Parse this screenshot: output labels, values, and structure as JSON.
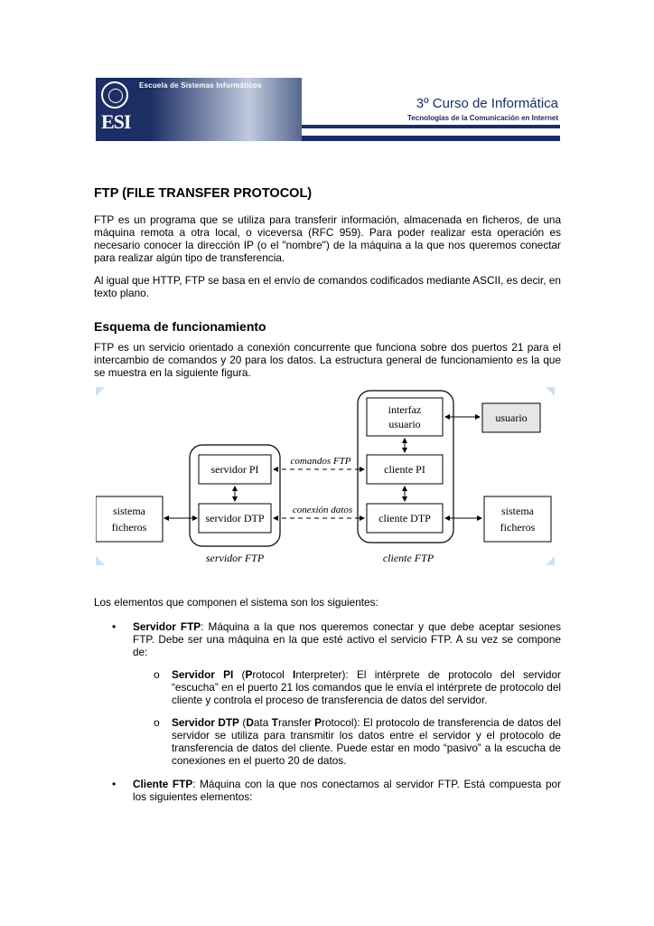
{
  "header": {
    "school": "Escuela de Sistemas Informáticos",
    "logo_text": "ESI",
    "course": "3º Curso de Informática",
    "subject": "Tecnologías de la Comunicación en Internet",
    "brand_color": "#1c2e63"
  },
  "title": "FTP (FILE TRANSFER PROTOCOL)",
  "intro": [
    "FTP es un programa que se utiliza para transferir información, almacenada en ficheros, de una máquina remota a otra local, o viceversa (RFC 959). Para poder realizar esta operación es necesario conocer la dirección IP (o el \"nombre\") de la máquina a la que nos queremos conectar para realizar algún tipo de transferencia.",
    "Al igual que HTTP, FTP se basa en el envío de comandos codificados mediante ASCII, es decir, en texto plano."
  ],
  "section": {
    "heading": "Esquema de funcionamiento",
    "paragraph": "FTP es un servicio orientado a conexión concurrente que funciona sobre dos puertos 21 para el intercambio de comandos y 20 para los datos. La estructura general de funcionamiento es la que se muestra en la siguiente figura."
  },
  "diagram": {
    "sistema_left": [
      "sistema",
      "ficheros"
    ],
    "servidor_pi": "servidor PI",
    "servidor_dtp": "servidor DTP",
    "comandos": "comandos FTP",
    "conexion": "conexión datos",
    "interfaz": [
      "interfaz",
      "usuario"
    ],
    "cliente_pi": "cliente  PI",
    "cliente_dtp": "cliente  DTP",
    "usuario": "usuario",
    "sistema_right": [
      "sistema",
      "ficheros"
    ],
    "servidor_ftp": "servidor  FTP",
    "cliente_ftp": "cliente FTP"
  },
  "elements_intro": "Los elementos que componen el sistema son los siguientes:",
  "list": {
    "servidor": {
      "bullet": "•",
      "term": "Servidor FTP",
      "text": ": Máquina a la que nos queremos conectar y que debe aceptar sesiones FTP. Debe ser una máquina en la que esté activo el servicio FTP. A su vez se compone de:"
    },
    "pi": {
      "marker": "o",
      "term": "Servidor PI",
      "open": " (",
      "p": "P",
      "rotocol": "rotocol ",
      "i": "I",
      "rest": "nterpreter): El intérprete de protocolo del servidor “escucha” en el puerto 21 los comandos que le envía el intérprete de protocolo del cliente y controla el proceso de transferencia de datos del servidor."
    },
    "dtp": {
      "marker": "o",
      "term": "Servidor DTP",
      "open": " (",
      "d": "D",
      "ata": "ata ",
      "t": "T",
      "ransfer": "ransfer ",
      "p": "P",
      "rest": "rotocol): El protocolo de transferencia de datos del servidor se utiliza para transmitir los datos entre el servidor y el protocolo de transferencia de datos del cliente. Puede estar en modo “pasivo” a la escucha de conexiones en el puerto 20 de datos."
    },
    "cliente": {
      "bullet": "•",
      "term": "Cliente FTP",
      "text": ": Máquina con la que nos conectamos al servidor FTP. Está compuesta por los siguientes elementos:"
    }
  }
}
